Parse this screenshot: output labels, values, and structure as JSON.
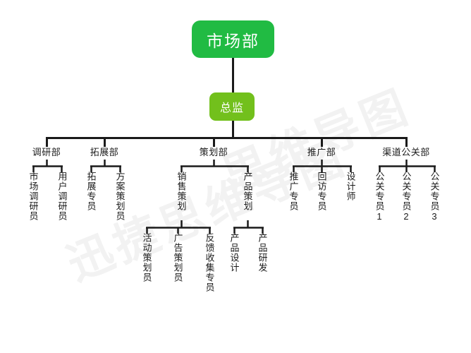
{
  "diagram": {
    "type": "organization-chart",
    "title": "市场部",
    "colors": {
      "root_fill": "#21bb43",
      "director_fill": "#72c01c",
      "line": "#1a1a1a",
      "text": "#1c1c1c",
      "node_text": "#ffffff",
      "background": "#ffffff",
      "watermark": "#f2f2f2"
    },
    "watermark": {
      "line1": "思维导图",
      "line2": "迅捷思维导图"
    },
    "root": {
      "label": "市场部"
    },
    "director": {
      "label": "总监"
    },
    "departments": [
      {
        "label": "调研部",
        "children": [
          {
            "label": "市场调研员"
          },
          {
            "label": "用户调研员"
          }
        ]
      },
      {
        "label": "拓展部",
        "children": [
          {
            "label": "拓展专员"
          },
          {
            "label": "方案策划员"
          }
        ]
      },
      {
        "label": "策划部",
        "children": [
          {
            "label": "销售策划",
            "children": [
              {
                "label": "活动策划员"
              },
              {
                "label": "广告策划员"
              },
              {
                "label": "反馈收集专员"
              }
            ]
          },
          {
            "label": "产品策划",
            "children": [
              {
                "label": "产品设计"
              },
              {
                "label": "产品研发"
              }
            ]
          }
        ]
      },
      {
        "label": "推广部",
        "children": [
          {
            "label": "推广专员"
          },
          {
            "label": "回访专员"
          },
          {
            "label": "设计师"
          }
        ]
      },
      {
        "label": "渠道公关部",
        "children": [
          {
            "label": "公关专员1"
          },
          {
            "label": "公关专员2"
          },
          {
            "label": "公关专员3"
          }
        ]
      }
    ]
  }
}
